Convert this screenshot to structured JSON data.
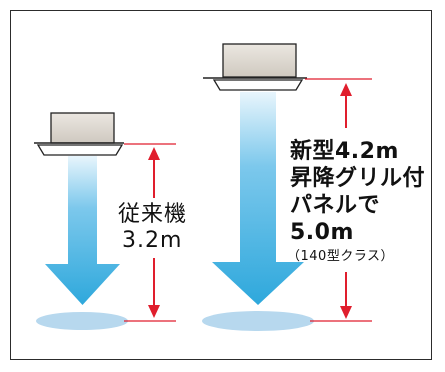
{
  "colors": {
    "arrow_blue": "#2ea8dc",
    "red_dimension": "#e01e2d",
    "unit_body": "#dcd7d0",
    "floor_ellipse": "#b7d8ee",
    "frame": "#2c2c2c"
  },
  "old_unit": {
    "label_lines": [
      "従来機",
      "3.2m"
    ]
  },
  "new_unit": {
    "label_lines": [
      "新型4.2m",
      "昇降グリル付",
      "パネルで",
      "5.0m"
    ],
    "class_note": "（140型クラス）"
  }
}
